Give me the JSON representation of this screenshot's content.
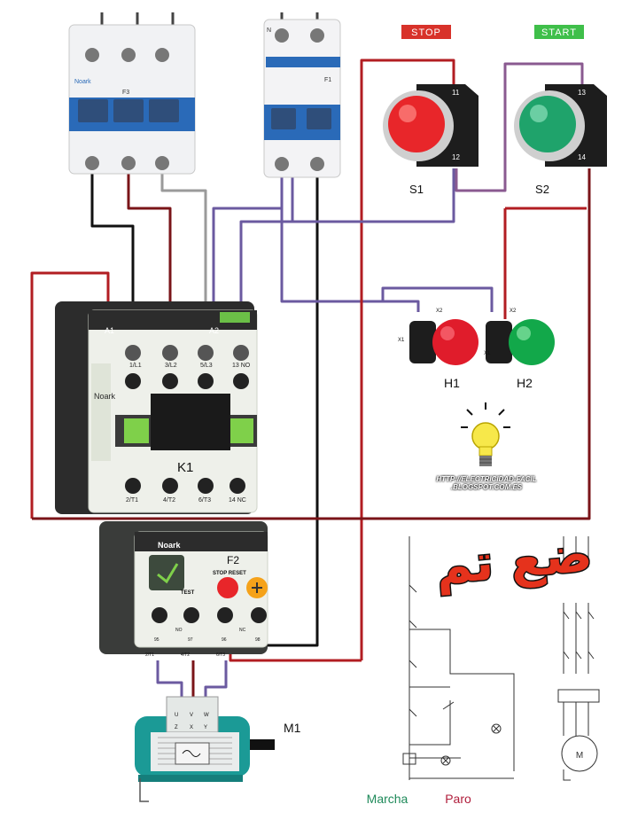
{
  "buttons": {
    "stop_tag": "STOP",
    "start_tag": "START",
    "s1": "S1",
    "s2": "S2",
    "stop_color": "#e8262a",
    "start_color": "#1fa36b"
  },
  "breakers": {
    "main_brand": "Noark",
    "f3": "F3",
    "f1": "F1",
    "f1_top": "N"
  },
  "contactor": {
    "label": "K1",
    "brand": "Noark",
    "top_terminals": [
      "A1",
      "1/L1",
      "3/L2",
      "5/L3",
      "A2",
      "13 NO"
    ],
    "bottom_terminals": [
      "2/T1",
      "4/T2",
      "6/T3",
      "14 NC"
    ]
  },
  "overload": {
    "brand": "Noark",
    "label": "F2",
    "buttons_text": "STOP RESET",
    "test": "TEST",
    "contacts": [
      "NO",
      "NC"
    ],
    "terminals_top": [
      "95",
      "97",
      "96",
      "98"
    ],
    "terminals_bottom": [
      "2/T1",
      "4/T2",
      "6/T3"
    ]
  },
  "lamps": {
    "h1": "H1",
    "h2": "H2",
    "x1": "X1",
    "x2": "X2",
    "h1_color": "#e01c2b",
    "h2_color": "#12a84a"
  },
  "motor": {
    "label": "M1",
    "terminals_top": [
      "U",
      "V",
      "W"
    ],
    "terminals_bottom": [
      "Z",
      "X",
      "Y"
    ]
  },
  "watermark": {
    "url_line1": "HTTP://ELECTRICIDAD-FACIL",
    "url_line2": ".BLOGSPOT.COM.ES",
    "arabic": "ضع تم"
  },
  "schematic": {
    "marcha": "Marcha",
    "paro": "Paro"
  },
  "wire_colors": {
    "black": "#111111",
    "dark_red": "#7a1418",
    "gray": "#9a9a9a",
    "purple": "#6b5aa0",
    "red": "#b21d22"
  }
}
